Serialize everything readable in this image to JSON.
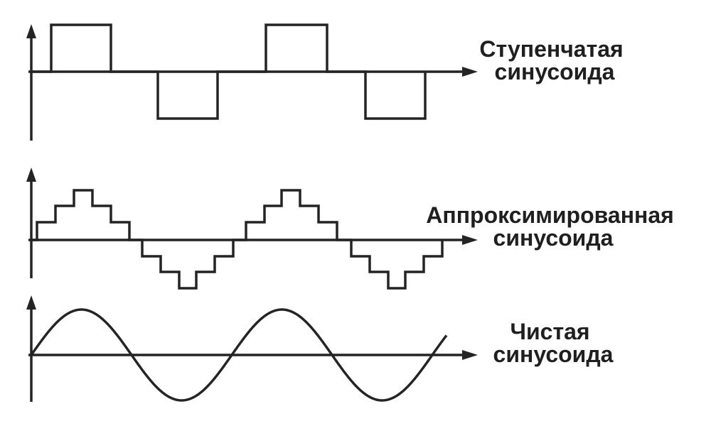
{
  "colors": {
    "background": "#ffffff",
    "ink": "#242424",
    "text": "#1f1f1f"
  },
  "panels": [
    {
      "id": "stepped",
      "wave_type": "square-modified",
      "label_lines": [
        "Ступенчатая",
        "синусоида"
      ]
    },
    {
      "id": "approximated",
      "wave_type": "staircase",
      "label_lines": [
        "Аппроксимированная",
        "синусоида"
      ]
    },
    {
      "id": "pure",
      "wave_type": "sine",
      "label_lines": [
        "Чистая",
        "синусоида"
      ]
    }
  ]
}
